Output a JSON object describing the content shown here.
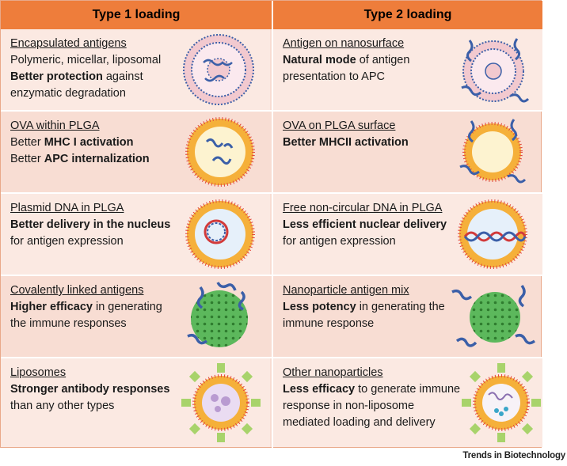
{
  "header": {
    "col1": "Type 1 loading",
    "col2": "Type 2 loading"
  },
  "rows": [
    {
      "left": {
        "title": "Encapsulated antigens",
        "line1": "Polymeric, micellar, liposomal",
        "bold": "Better protection",
        "rest": " against enzymatic degradation"
      },
      "right": {
        "title": "Antigen on nanosurface",
        "bold": "Natural mode",
        "rest": " of antigen presentation to APC"
      }
    },
    {
      "left": {
        "title": "OVA within PLGA",
        "pre1": "Better ",
        "bold1": "MHC I activation",
        "pre2": "Better ",
        "bold2": "APC internalization"
      },
      "right": {
        "title": "OVA on PLGA surface",
        "bold": "Better MHCII activation"
      }
    },
    {
      "left": {
        "title": "Plasmid DNA in PLGA",
        "bold": "Better delivery in the nucleus",
        "rest": "for antigen expression"
      },
      "right": {
        "title": "Free non-circular DNA in PLGA",
        "bold": "Less efficient nuclear delivery",
        "rest": "for antigen expression"
      }
    },
    {
      "left": {
        "title": "Covalently linked antigens",
        "bold": "Higher efficacy",
        "rest": " in generating the immune responses"
      },
      "right": {
        "title": "Nanoparticle antigen mix",
        "bold": "Less potency",
        "rest": " in generating the immune response"
      }
    },
    {
      "left": {
        "title": "Liposomes",
        "bold": "Stronger antibody responses",
        "rest": "than any other types"
      },
      "right": {
        "title": "Other nanoparticles",
        "bold": "Less efficacy",
        "rest": " to generate immune response in non-liposome mediated loading and delivery"
      }
    }
  ],
  "credit": "Trends in Biotechnology",
  "colors": {
    "header": "#ee7d3b",
    "cell_light": "#fbe9e2",
    "cell_dark": "#f8ddd3",
    "antigen": "#3b5fa8",
    "particle_green": "#5cb85c"
  }
}
